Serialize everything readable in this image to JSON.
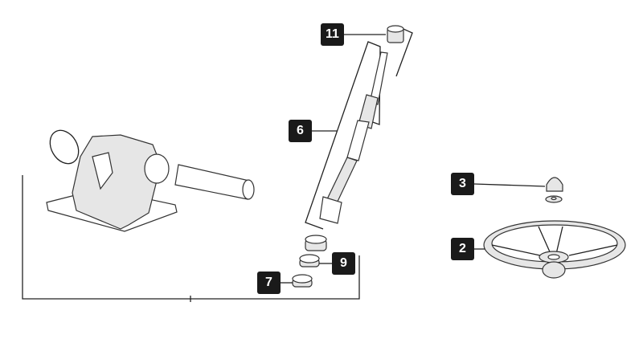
{
  "diagram": {
    "callouts": [
      {
        "id": "11",
        "label": "11"
      },
      {
        "id": "6",
        "label": "6"
      },
      {
        "id": "3",
        "label": "3"
      },
      {
        "id": "2",
        "label": "2"
      },
      {
        "id": "9",
        "label": "9"
      },
      {
        "id": "7",
        "label": "7"
      }
    ]
  }
}
